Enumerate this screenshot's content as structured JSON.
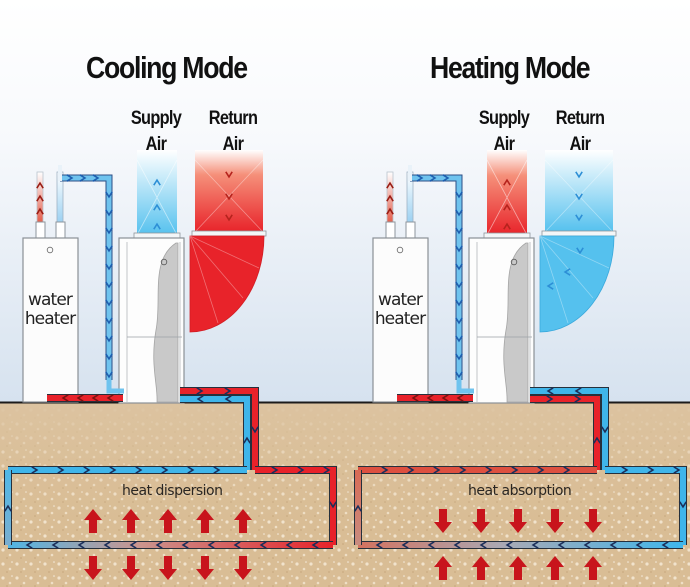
{
  "colors": {
    "hot": "#e8222a",
    "cold": "#3fb5ea",
    "ground": "#dcc09a",
    "sky_top": "#ffffff",
    "sky_bottom": "#d9e4f1",
    "arrow": "#c8141c"
  },
  "panels": [
    {
      "id": "cooling",
      "title": "Cooling Mode",
      "supply_label": [
        "Supply",
        "Air"
      ],
      "return_label": [
        "Return",
        "Air"
      ],
      "supply_air_temp": "cold",
      "return_air_temp": "hot",
      "water_heater_label": [
        "water",
        "heater"
      ],
      "loop_label": "heat dispersion",
      "heat_arrow_direction": "outward",
      "heat_arrow_count": 5
    },
    {
      "id": "heating",
      "title": "Heating Mode",
      "supply_label": [
        "Supply",
        "Air"
      ],
      "return_label": [
        "Return",
        "Air"
      ],
      "supply_air_temp": "hot",
      "return_air_temp": "cold",
      "water_heater_label": [
        "water",
        "heater"
      ],
      "loop_label": "heat absorption",
      "heat_arrow_direction": "inward",
      "heat_arrow_count": 5
    }
  ]
}
